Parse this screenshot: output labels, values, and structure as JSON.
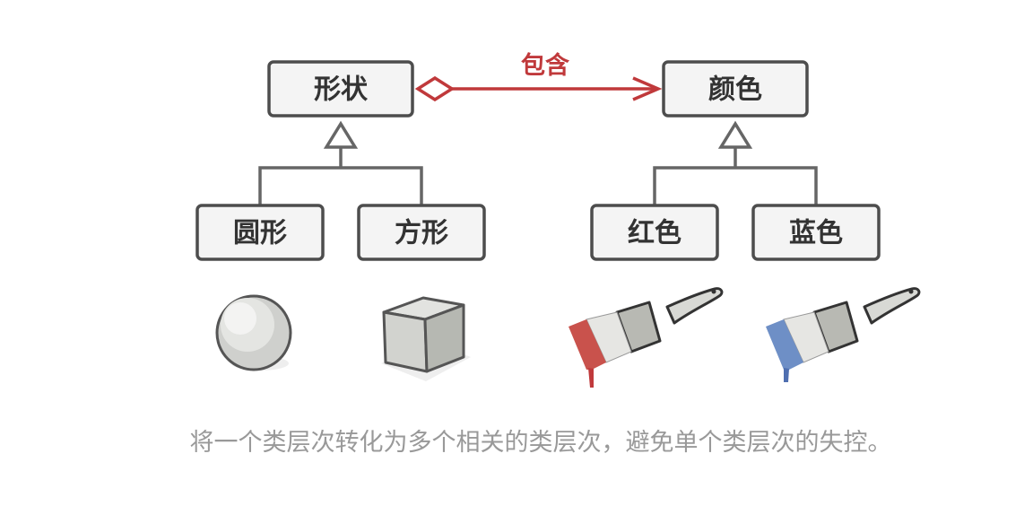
{
  "nodes": {
    "shape": "形状",
    "color": "颜色",
    "circle": "圆形",
    "square": "方形",
    "red": "红色",
    "blue": "蓝色"
  },
  "relation_label": "包含",
  "caption": "将一个类层次转化为多个相关的类层次，避免单个类层次的失控。",
  "colors": {
    "relation": "#c0393b",
    "red_paint": "#c9524c",
    "blue_paint": "#6e8fc6"
  }
}
